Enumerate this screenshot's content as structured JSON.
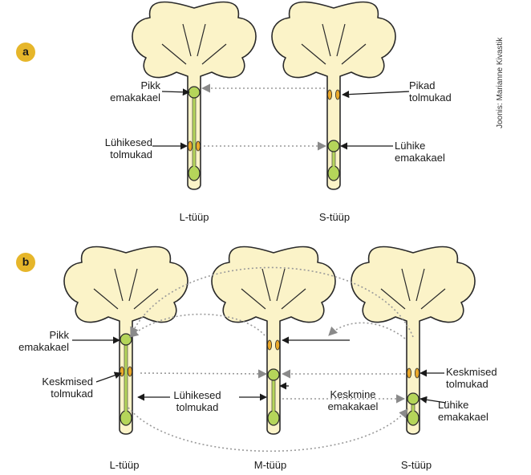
{
  "panel_a": {
    "badge": "a",
    "labels": {
      "pikk_emakakael": "Pikk\nemakakael",
      "luhikesed_tolmukad": "Lühikesed\ntolmukad",
      "pikad_tolmukad": "Pikad\ntolmukad",
      "luhike_emakakael": "Lühike\nemakakael"
    },
    "types": {
      "l": "L-tüüp",
      "s": "S-tüüp"
    }
  },
  "panel_b": {
    "badge": "b",
    "labels": {
      "pikk_emakakael": "Pikk\nemakakael",
      "keskmised_tolmukad_left": "Keskmised\ntolmukad",
      "luhikesed_tolmukad": "Lühikesed\ntolmukad",
      "keskmine_emakakael": "Keskmine\nemakakael",
      "keskmised_tolmukad_right": "Keskmised\ntolmukad",
      "luhike_emakakael": "Lühike\nemakakael"
    },
    "types": {
      "l": "L-tüüp",
      "m": "M-tüüp",
      "s": "S-tüüp"
    }
  },
  "credit": "Joonis: Marianne Kivastik",
  "colors": {
    "petal": "#fbf3c8",
    "outline": "#2a2a2a",
    "pistil": "#b5d55a",
    "anther": "#eaa82a",
    "badge": "#e6b62a",
    "dotted_arrow": "#9a9a9a"
  }
}
